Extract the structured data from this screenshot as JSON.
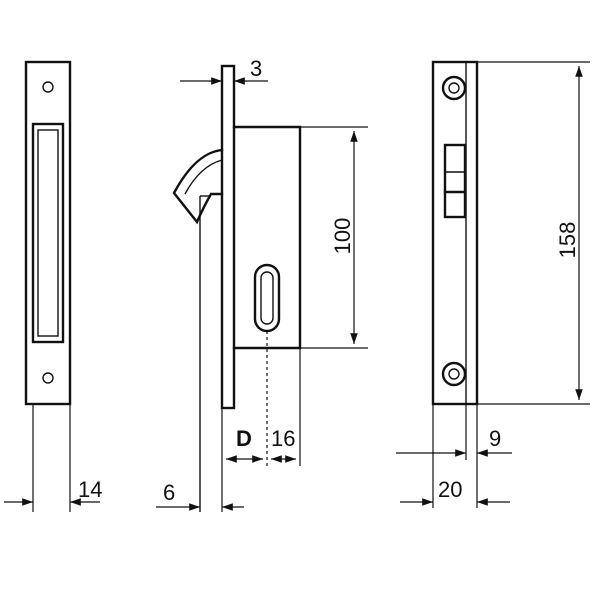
{
  "dimensions": {
    "front_width": "14",
    "plate_thickness": "3",
    "body_height": "100",
    "forend_offset": "6",
    "backset": "D",
    "case_depth": "16",
    "total_height": "158",
    "rear_offset": "9",
    "case_width": "20"
  }
}
